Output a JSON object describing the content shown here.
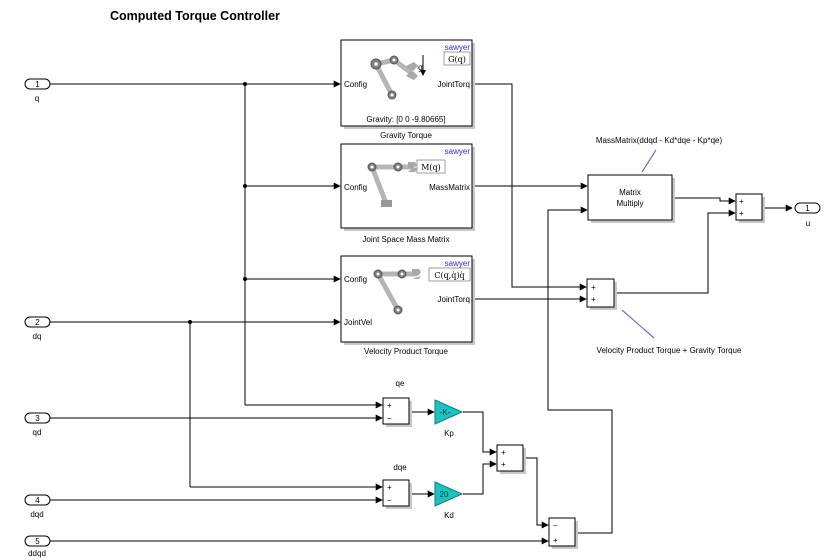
{
  "title": "Computed Torque Controller",
  "inports": [
    {
      "num": "1",
      "label": "q"
    },
    {
      "num": "2",
      "label": "dq"
    },
    {
      "num": "3",
      "label": "qd"
    },
    {
      "num": "4",
      "label": "dqd"
    },
    {
      "num": "5",
      "label": "ddqd"
    }
  ],
  "outport": {
    "num": "1",
    "label": "u"
  },
  "blocks": {
    "gravity": {
      "brand": "sawyer",
      "symbol": "G(q)",
      "in_port": "Config",
      "out_port": "JointTorq",
      "param": "Gravity: [0 0 -9.80665]",
      "caption": "Gravity Torque",
      "g_label": "g"
    },
    "mass": {
      "brand": "sawyer",
      "symbol": "M(q)",
      "in_port": "Config",
      "out_port": "MassMatrix",
      "caption": "Joint Space Mass Matrix"
    },
    "velocity": {
      "brand": "sawyer",
      "symbol": "C(q,q̇)q̇",
      "in_port1": "Config",
      "in_port2": "JointVel",
      "out_port": "JointTorq",
      "caption": "Velocity Product Torque"
    },
    "matmul": {
      "line1": "Matrix",
      "line2": "Multiply"
    }
  },
  "sum_signs": {
    "plus": "+",
    "minus": "−"
  },
  "signals": {
    "qe": "qe",
    "dqe": "dqe"
  },
  "gains": {
    "kp": {
      "value": "-K-",
      "label": "Kp"
    },
    "kd": {
      "value": "20",
      "label": "Kd"
    }
  },
  "annotations": {
    "mass_expr": "MassMatrix(ddqd - Kd*dqe -  Kp*qe)",
    "vel_grav": "Velocity Product Torque + Gravity Torque"
  }
}
